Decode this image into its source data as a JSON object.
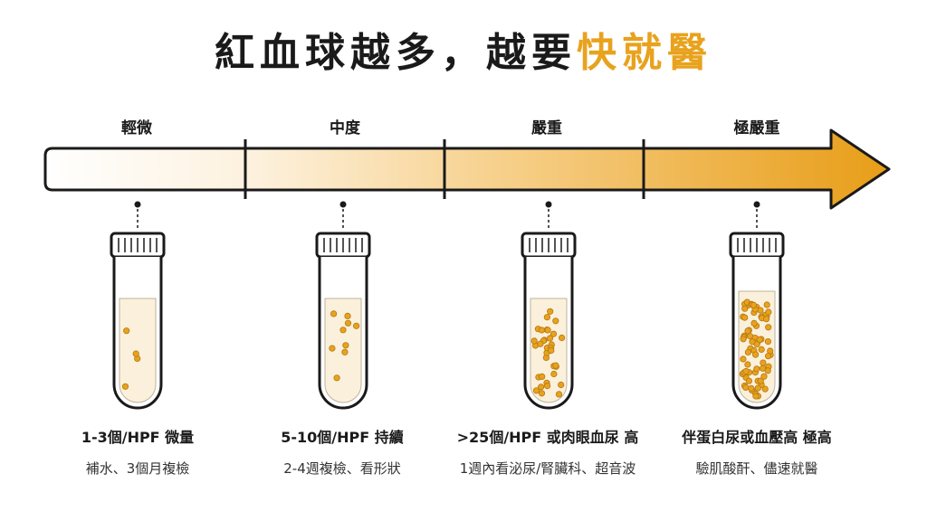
{
  "title": {
    "prefix": "紅血球越多，越要",
    "highlight": "快就醫"
  },
  "colors": {
    "accent": "#e8a21d",
    "ink": "#1a1a1a"
  },
  "stages": [
    {
      "label": "輕微",
      "count": "1-3個/HPF 微量",
      "advice": "補水、3個月複檢",
      "dot_density": "few"
    },
    {
      "label": "中度",
      "count": "5-10個/HPF 持續",
      "advice": "2-4週複檢、看形狀",
      "dot_density": "some"
    },
    {
      "label": "嚴重",
      "count": ">25個/HPF 或肉眼血尿 高",
      "advice": "1週內看泌尿/腎臟科、超音波",
      "dot_density": "many"
    },
    {
      "label": "極嚴重",
      "count": "伴蛋白尿或血壓高 極高",
      "advice": "驗肌酸酐、儘速就醫",
      "dot_density": "very-many"
    }
  ]
}
